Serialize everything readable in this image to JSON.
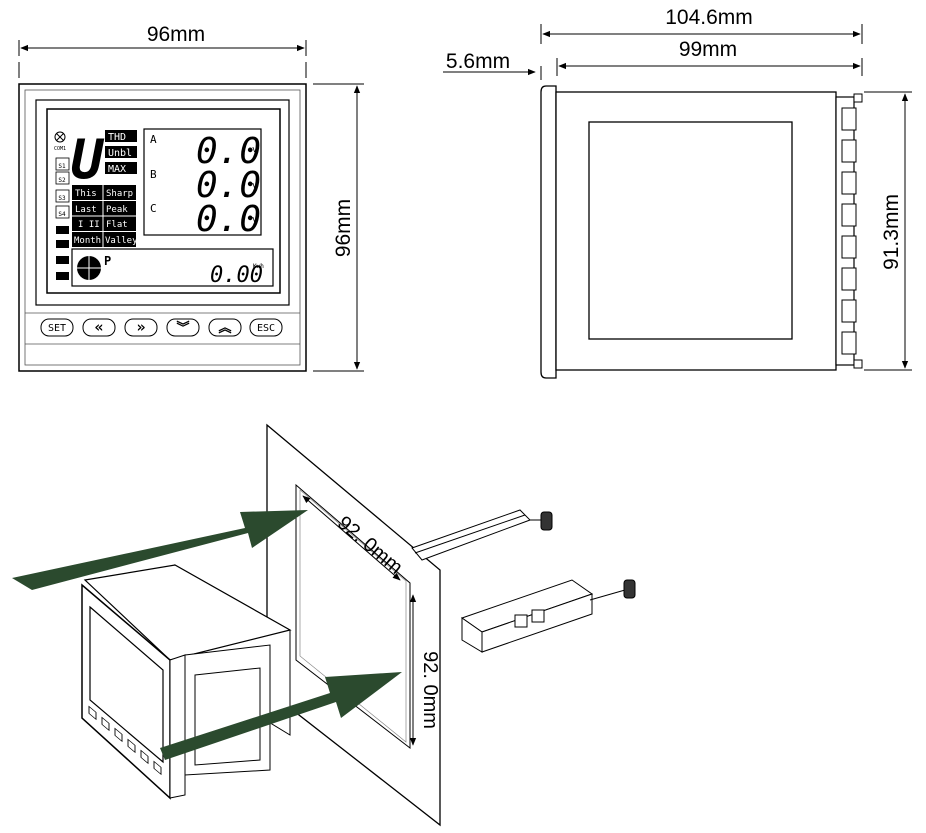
{
  "dimensions": {
    "front_width": "96mm",
    "front_height": "96mm",
    "side_total_depth": "104.6mm",
    "side_body_depth": "99mm",
    "side_bezel": "5.6mm",
    "side_height": "91.3mm",
    "cutout_width": "92. 0mm",
    "cutout_height": "92. 0mm"
  },
  "lcd": {
    "com_label": "COM1",
    "big_digit": "U",
    "tags": [
      "THD",
      "Unbl",
      "MAX"
    ],
    "phases": [
      {
        "label": "A",
        "value": "0.0",
        "unit": "v"
      },
      {
        "label": "B",
        "value": "0.0",
        "unit": "v"
      },
      {
        "label": "C",
        "value": "0.0",
        "unit": "v"
      }
    ],
    "s_labels": [
      "S1",
      "S2",
      "S3",
      "S4"
    ],
    "tariff": [
      [
        "This",
        "Sharp"
      ],
      [
        "Last",
        "Peak"
      ],
      [
        "I II",
        "Flat"
      ],
      [
        "Month",
        "Valley"
      ]
    ],
    "power_letter": "P",
    "energy_value": "0.00",
    "energy_unit": "Kwh"
  },
  "buttons": [
    "SET",
    "«",
    "»",
    "︾",
    "︽",
    "ESC"
  ],
  "colors": {
    "arrow": "#2b4a2e",
    "line": "#1a1a1a",
    "panel_gray": "#c8c8c8"
  }
}
